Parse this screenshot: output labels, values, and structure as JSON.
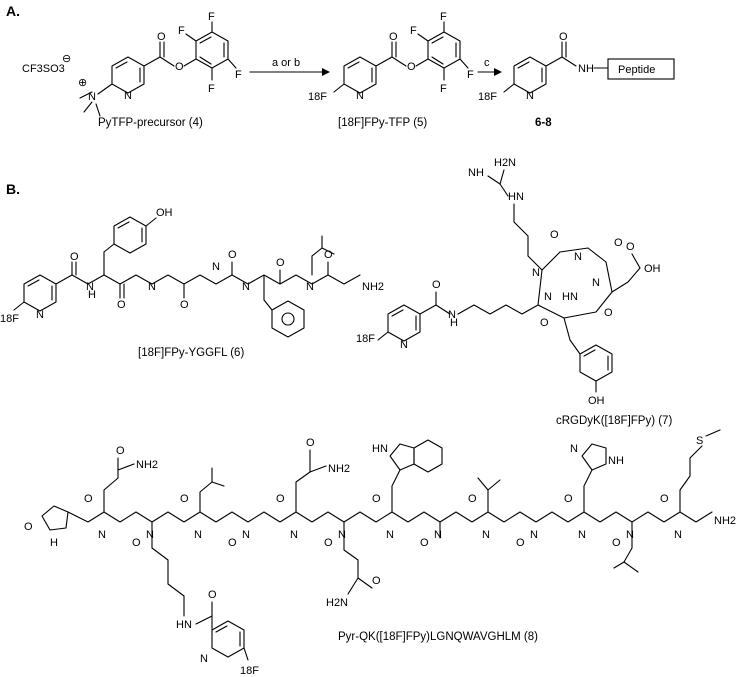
{
  "section_a": {
    "label": "A.",
    "counterion": "CF3SO3",
    "counterion_charge": "⊖",
    "cation_charge": "⊕",
    "arrow1_label": "a or b",
    "arrow2_label": "c",
    "peptide_box": "Peptide",
    "atoms": {
      "F": "F",
      "O": "O",
      "N": "N",
      "NH": "NH",
      "F18": "18F"
    },
    "captions": {
      "precursor": "PyTFP-precursor (4)",
      "tfp": "[18F]FPy-TFP (5)",
      "products": "6-8"
    }
  },
  "section_b": {
    "label": "B.",
    "captions": {
      "ygg": "[18F]FPy-YGGFL (6)",
      "crgd": "cRGDyK([18F]FPy) (7)",
      "pyr": "Pyr-QK([18F]FPy)LGNQWAVGHLM (8)"
    },
    "atoms": {
      "OH": "OH",
      "NH2": "NH2",
      "H2N": "H2N",
      "HN": "HN",
      "NH": "NH",
      "N": "N",
      "H": "H",
      "O": "O",
      "S": "S",
      "F18": "18F"
    }
  }
}
